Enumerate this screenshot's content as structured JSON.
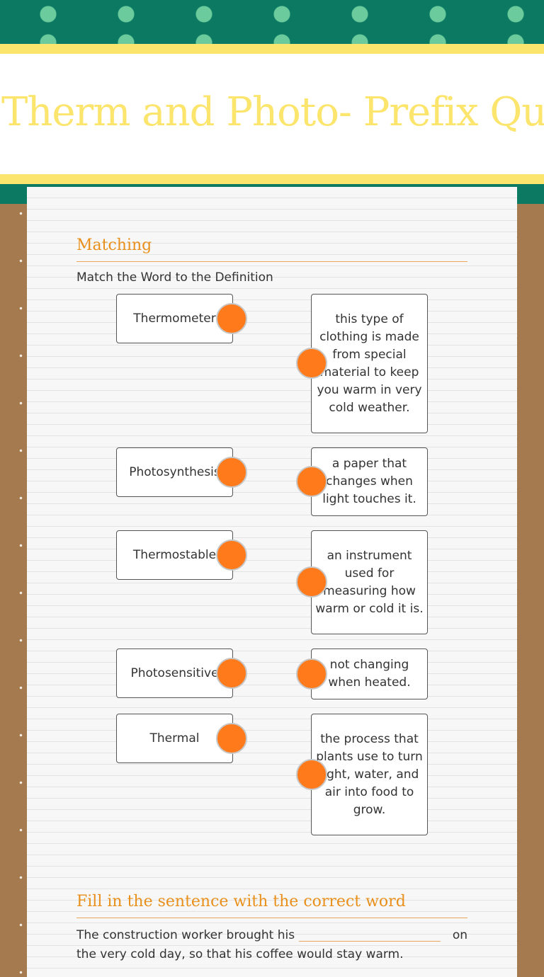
{
  "header": {
    "title": "Therm and Photo- Prefix Quiz"
  },
  "matching": {
    "heading": "Matching",
    "instructions": "Match the Word to the Definition",
    "words": [
      "Thermometer",
      "Photosynthesis",
      "Thermostable",
      "Photosensitive",
      "Thermal"
    ],
    "definitions": [
      "this type of clothing is made from special material to keep you warm in very cold weather.",
      "a paper that changes when light touches it.",
      "an instrument used for measuring how warm or cold it is.",
      "not changing when heated.",
      "the process that plants use to turn light, water, and air into food to grow."
    ]
  },
  "fill_in": {
    "heading": "Fill in the sentence with the correct word",
    "sentence_before": "The construction worker brought his",
    "sentence_after": "on",
    "sentence_end": "the very cold day, so that his coffee would stay warm.",
    "blank_value": ""
  },
  "colors": {
    "accent_orange": "#ff7a1a",
    "heading_orange": "#e8901b",
    "title_yellow": "#fbe56c",
    "band_green": "#0c7a63",
    "dot_green": "#6ccb9c"
  }
}
